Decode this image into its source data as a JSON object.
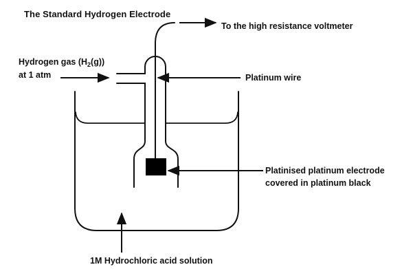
{
  "diagram": {
    "title": "The Standard Hydrogen Electrode",
    "labels": {
      "voltmeter": "To the high resistance voltmeter",
      "hydrogen_line1_pre": "Hydrogen gas (H",
      "hydrogen_sub": "2",
      "hydrogen_line1_post": "(g))",
      "hydrogen_line2": "at 1 atm",
      "platinum_wire": "Platinum wire",
      "electrode_line1": "Platinised platinum electrode",
      "electrode_line2": "covered in platinum black",
      "solution": "1M Hydrochloric acid solution"
    },
    "parts": {
      "beaker": "glass beaker",
      "liquid_level": "solution surface line",
      "inner_tube": "hydrogen electrode glass tube with side inlet and bell bottom",
      "wire": "platinum wire to voltmeter",
      "electrode": "platinised platinum electrode block"
    },
    "colors": {
      "stroke": "#111111",
      "electrode_fill": "#000000",
      "background": "#ffffff"
    }
  }
}
